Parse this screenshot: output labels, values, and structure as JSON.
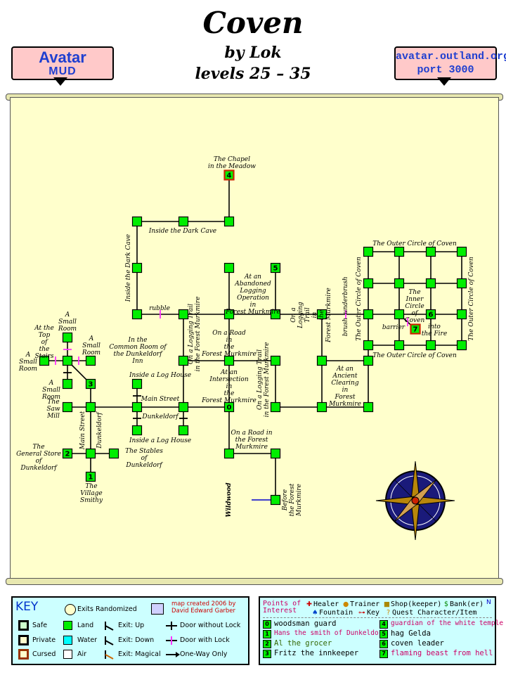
{
  "header": {
    "title": "Coven",
    "author": "by Lok",
    "levels": "levels 25 – 35",
    "left_badge": {
      "line1": "Avatar",
      "line2": "MUD"
    },
    "right_badge": {
      "line1": "avatar.outland.org",
      "line2": "port 3000"
    }
  },
  "map": {
    "room_labels": {
      "chapel": "The Chapel in the Meadow",
      "dark_cave_h": "Inside the Dark Cave",
      "dark_cave_v": "Inside the Dark Cave",
      "rubble": "rubble",
      "abandoned": "At an Abandoned Logging Operation in Forest Murkmire",
      "logging_trail_1": "On a Logging Trail in the Forest Murkmire",
      "logging_trail_2": "On a Logging Trail in the Forest Murkmire",
      "logging_trail_3": "On a Logging Trail in the Forest Murkmire",
      "road_forest": "On a Road in the Forest Murkmire",
      "intersection": "At an Intersection in the Forest Murkmire",
      "road_forest_2": "On a Road in the Forest Murkmire",
      "before_forest": "Before the Forest Murkmire",
      "wildwood": "Wildwood",
      "brush": "brush",
      "underbrush": "underbrush",
      "outer_top": "The Outer Circle of Coven",
      "outer_bottom": "The Outer Circle of Coven",
      "outer_left": "The Outer Circle of Coven",
      "outer_right": "The Outer Circle of Coven",
      "inner_circle": "The Inner Circle of Coven",
      "barrier": "barrier",
      "into_fire": "into the Fire",
      "clearing": "At an Ancient Clearing in Forest Murkmire",
      "common_room": "In the Common Room of the Dunkeldorf Inn",
      "small_room_top": "A Small Room",
      "small_room_right": "A Small Room",
      "small_room_left": "A Small Room",
      "small_room_below": "A Small Room",
      "top_stairs": "At the Top of the Stairs",
      "saw_mill": "The Saw Mill",
      "log_house_top": "Inside a Log House",
      "log_house_bottom": "Inside a Log House",
      "main_street_h": "Main Street",
      "main_street_v": "Main Street",
      "dunkeldorf_h": "Dunkeldorf",
      "dunkeldorf_v": "Dunkeldorf",
      "general_store": "The General Store of Dunkeldorf",
      "stables": "The Stables of Dunkeldorf",
      "smithy": "The Village Smithy"
    },
    "room_numbers": {
      "n0": "0",
      "n1": "1",
      "n2": "2",
      "n3": "3",
      "n4": "4",
      "n5": "5",
      "n6": "6",
      "n7": "7"
    },
    "colors": {
      "land": "#00ee00",
      "parchment": "#ffffcc",
      "cursed": "#cc2200",
      "exit_lock": "#ff33ff",
      "one_way": "#0000cc"
    }
  },
  "key": {
    "title": "KEY",
    "exits_randomized": "Exits Randomized",
    "credit_line1": "map created 2006 by",
    "credit_line2": "David Edward Garber",
    "safe": "Safe",
    "private": "Private",
    "cursed": "Cursed",
    "land": "Land",
    "water": "Water",
    "air": "Air",
    "exit_up": "Exit: Up",
    "exit_down": "Exit: Down",
    "exit_magical": "Exit: Magical",
    "door_without_lock": "Door without Lock",
    "door_with_lock": "Door with Lock",
    "one_way_only": "One-Way Only"
  },
  "poi": {
    "title_line1": "Points of",
    "title_line2": "Interest",
    "healer": "Healer",
    "trainer": "Trainer",
    "shop": "Shop(keeper)",
    "bank": "Bank(er)",
    "fountain": "Fountain",
    "key": "Key",
    "quest": "Quest Character/Item",
    "compass_n": "N",
    "items": [
      {
        "num": "0",
        "text": "woodsman guard"
      },
      {
        "num": "1",
        "text": "Hans the smith of Dunkeldorf"
      },
      {
        "num": "2",
        "text": "Al the grocer"
      },
      {
        "num": "3",
        "text": "Fritz the innkeeper"
      },
      {
        "num": "4",
        "text": "guardian of the white temple"
      },
      {
        "num": "5",
        "text": "hag Gelda"
      },
      {
        "num": "6",
        "text": "coven leader"
      },
      {
        "num": "7",
        "text": "flaming beast from hell"
      }
    ]
  }
}
